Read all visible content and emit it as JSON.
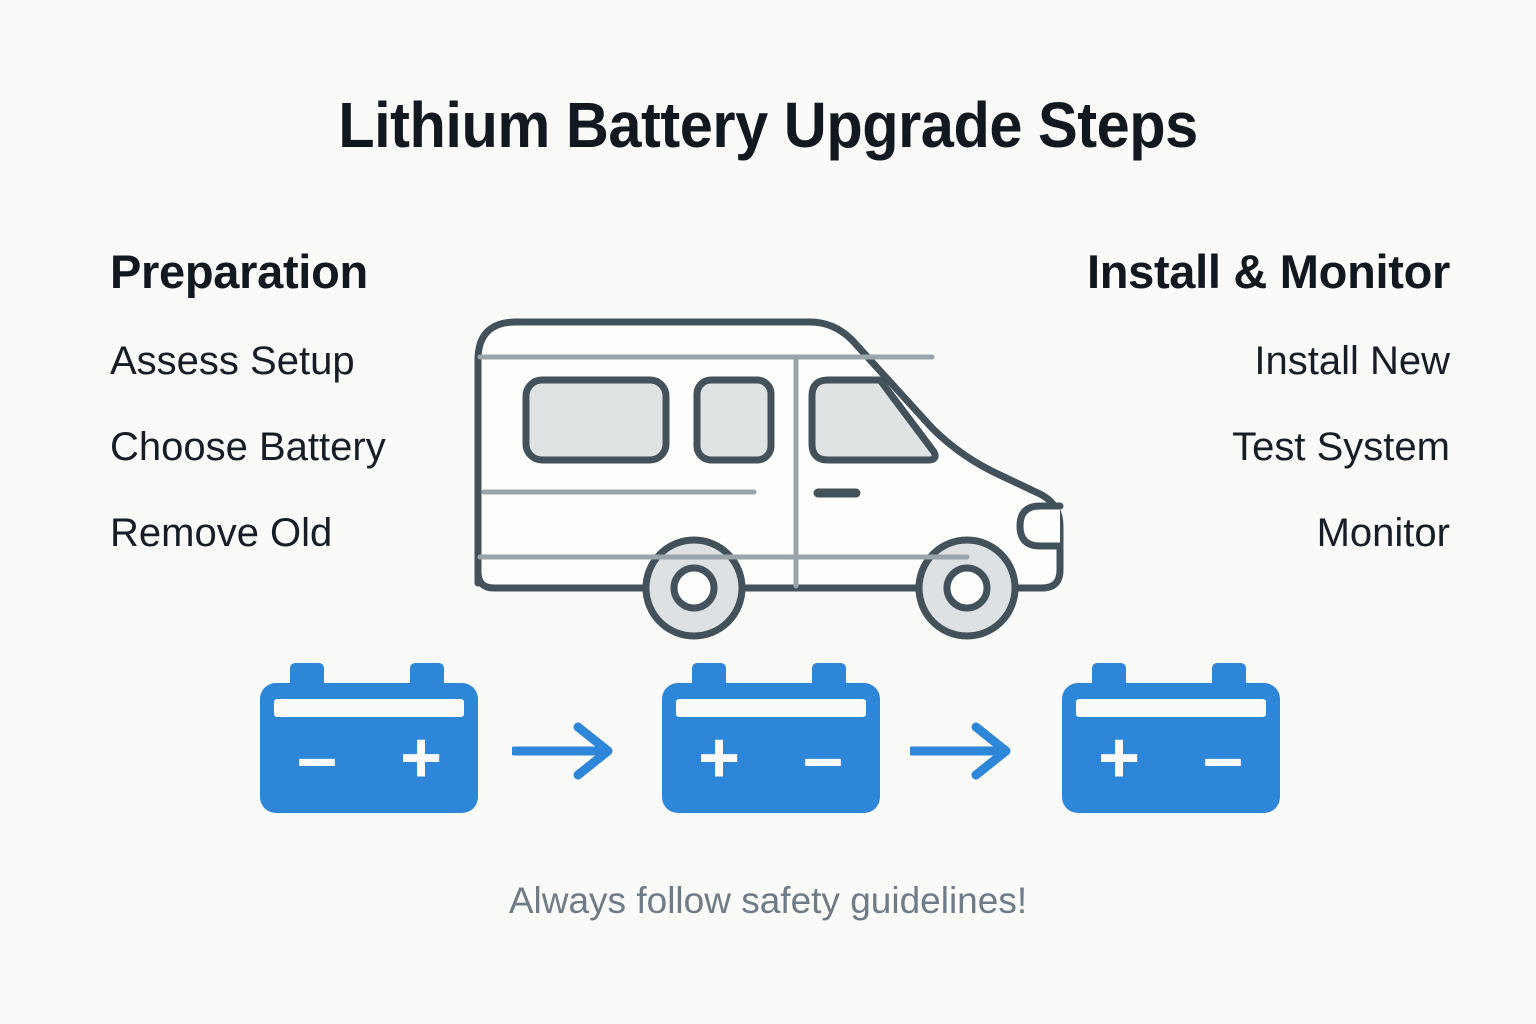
{
  "title": "Lithium Battery Upgrade Steps",
  "columns": {
    "left": {
      "heading": "Preparation",
      "items": [
        "Assess Setup",
        "Choose Battery",
        "Remove Old"
      ]
    },
    "right": {
      "heading": "Install & Monitor",
      "items": [
        "Install New",
        "Test System",
        "Monitor"
      ]
    }
  },
  "illustration": {
    "vehicle": "camper-van",
    "outline_color": "#43525a",
    "window_fill": "#dfe3e4",
    "wheel_fill": "#dde1e3",
    "trim_color": "#9aa5ab"
  },
  "batteries": {
    "accent_color": "#2e86d8",
    "items": [
      {
        "left_terminal": "–",
        "right_terminal": "+"
      },
      {
        "left_terminal": "+",
        "right_terminal": "–"
      },
      {
        "left_terminal": "+",
        "right_terminal": "–"
      }
    ],
    "arrows": [
      "→",
      "→"
    ]
  },
  "footer": "Always follow safety guidelines!"
}
